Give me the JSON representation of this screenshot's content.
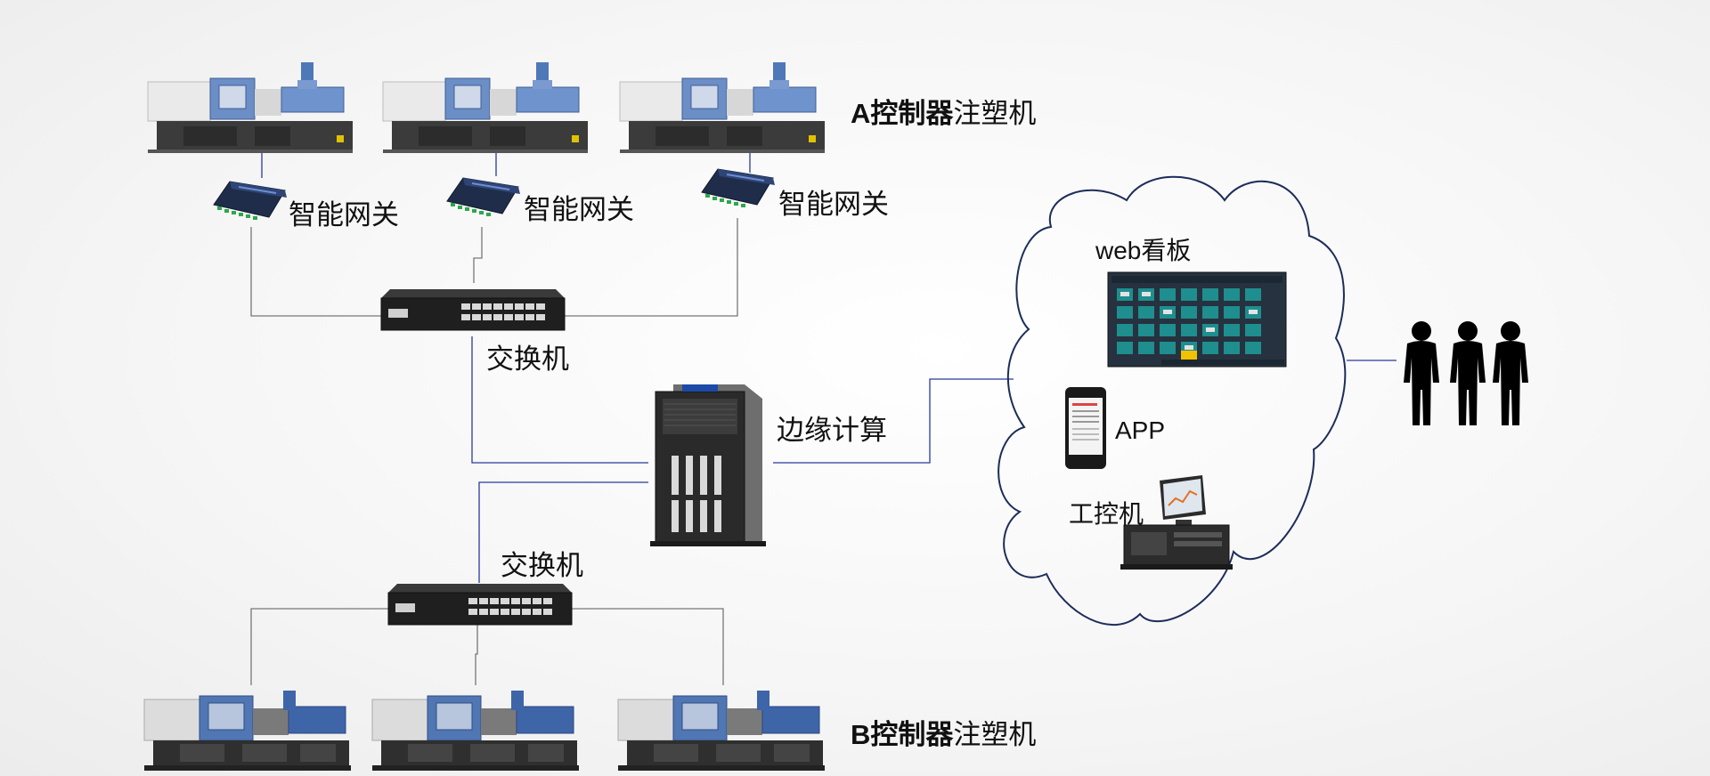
{
  "rows": {
    "a_label_bold": "A控制器",
    "a_label_rest": "注塑机",
    "b_label_bold": "B控制器",
    "b_label_rest": "注塑机"
  },
  "gateways": [
    {
      "label": "智能网关"
    },
    {
      "label": "智能网关"
    },
    {
      "label": "智能网关"
    }
  ],
  "switch_top": {
    "label": "交换机"
  },
  "switch_bottom": {
    "label": "交换机"
  },
  "edge": {
    "label": "边缘计算"
  },
  "cloud": {
    "web_label": "web看板",
    "app_label": "APP",
    "ipc_label": "工控机"
  },
  "colors": {
    "link_blue": "#2b3a9a",
    "link_gray": "#777777",
    "cloud_stroke": "#1d2d5a",
    "machine_blue": "#3f65a9",
    "machine_gray": "#3a3a3a"
  },
  "icons": [
    "injection-machine-icon",
    "gateway-icon",
    "switch-icon",
    "server-tower-icon",
    "monitor-dashboard-icon",
    "smartphone-icon",
    "industrial-pc-icon",
    "users-icon",
    "cloud-icon"
  ]
}
